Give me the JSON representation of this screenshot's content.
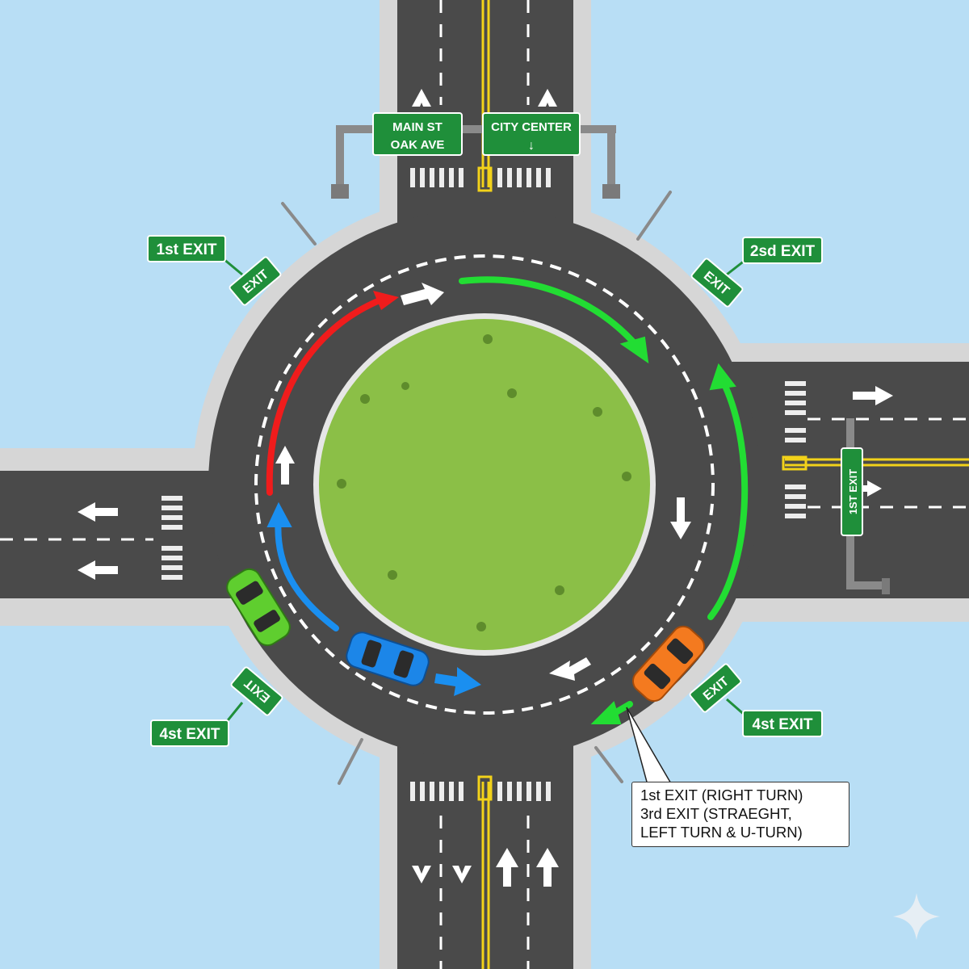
{
  "overhead_signs": {
    "left": {
      "line1": "MAIN ST",
      "line2": "OAK AVE"
    },
    "right": {
      "line1": "CITY CENTER",
      "line2": "↓"
    }
  },
  "exit_labels": {
    "top_left": "1st EXIT",
    "top_right": "2sd EXIT",
    "bottom_left": "4st EXIT",
    "bottom_right": "4st EXIT",
    "east_vertical": "1ST EXIT"
  },
  "small_exit_signs": {
    "nw": "EXIT",
    "ne": "EXIT",
    "sw": "EXIT",
    "se": "EXIT"
  },
  "callout": {
    "line1": "1st EXIT (RIGHT TURN)",
    "line2": "3rd EXIT (STRAEGHT,",
    "line3": "LEFT TURN & U-TURN)"
  },
  "colors": {
    "water_bg": "#b8def5",
    "road": "#4a4a4a",
    "curb": "#d9d9d9",
    "island": "#8bbf47",
    "sign_green": "#1f8f3a",
    "path_red": "#f01c1c",
    "path_green": "#22dd33",
    "path_blue": "#1a8ff0",
    "lane_yellow": "#f2d21a",
    "car_green": "#5fce2f",
    "car_blue": "#1c86e8",
    "car_orange": "#f47a1f"
  },
  "cars": [
    "green-car",
    "blue-car",
    "orange-car"
  ]
}
